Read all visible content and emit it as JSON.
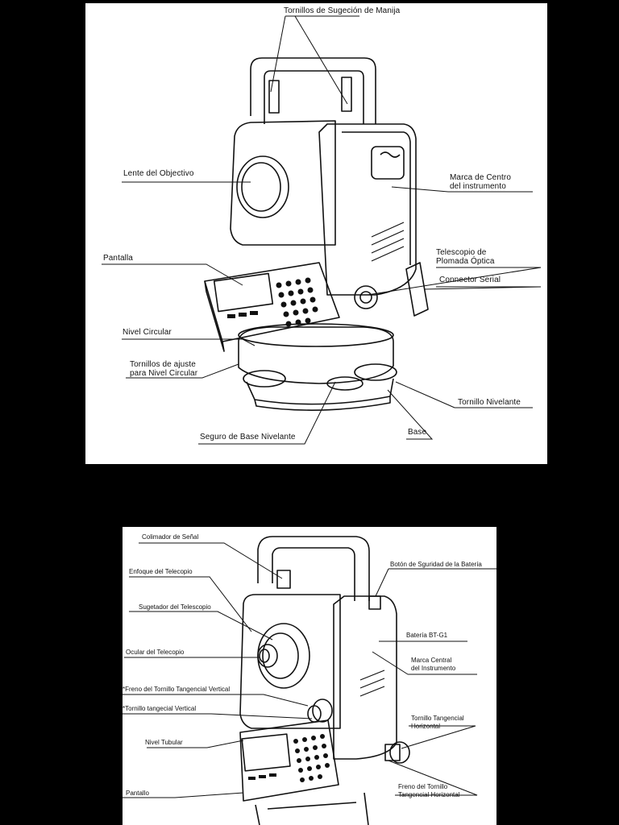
{
  "top_diagram": {
    "labels": {
      "handle_screws": "Tornillos de Sugeción de Manija",
      "objective_lens": "Lente del Objectivo",
      "center_mark": [
        "Marca  de Centro",
        "del instrumento"
      ],
      "display": "Pantalla",
      "optical_plummet": [
        "Telescopio de",
        "Plomada Óptica"
      ],
      "serial_connector": "Connector Serial",
      "circular_level": "Nivel Circular",
      "circular_level_screws": [
        "Tornillos de ajuste",
        "para Nivel Circular"
      ],
      "leveling_screw": "Tornillo Nivelante",
      "base": "Base",
      "base_lock": "Seguro de Base Nivelante"
    }
  },
  "bottom_diagram": {
    "labels": {
      "sight_collimator": "Colimador de Señal",
      "telescope_focus": "Enfoque del Telecopio",
      "telescope_clamp": "Sugetador del Telescopio",
      "eyepiece": "Ocular del Telecopio",
      "vertical_clamp": "*Freno del Tornillo Tangencial Vertical",
      "vertical_tangent": "*Tornillo tangecial Vertical",
      "tubular_level": "Nivel Tubular",
      "display": "Pantallo",
      "battery_button": "Botón de Sguridad de la Batería",
      "battery": "Batería BT-G1",
      "center_mark": [
        "Marca Central",
        "del Instrumento"
      ],
      "horizontal_tangent": [
        "Tornillo Tangencial",
        "Horizontal"
      ],
      "horizontal_clamp": [
        "Freno del Tornillo",
        "Tangencial Horizontal"
      ]
    }
  }
}
